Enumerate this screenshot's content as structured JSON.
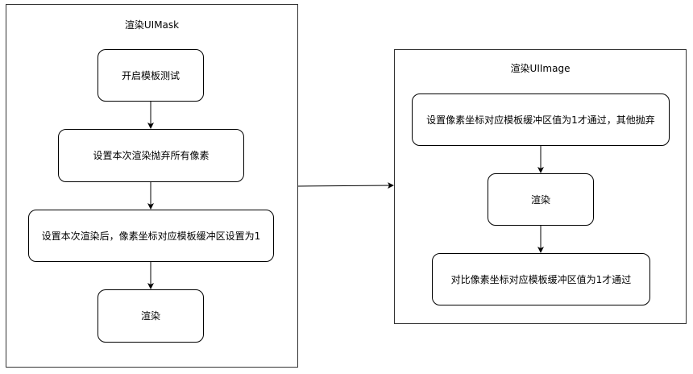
{
  "left_container": {
    "title": "渲染UIMask",
    "steps": [
      "开启模板测试",
      "设置本次渲染抛弃所有像素",
      "设置本次渲染后，像素坐标对应模板缓冲区设置为1",
      "渲染"
    ]
  },
  "right_container": {
    "title": "渲染UIImage",
    "steps": [
      "设置像素坐标对应模板缓冲区值为1才通过，其他抛弃",
      "渲染",
      "对比像素坐标对应模板缓冲区值为1才通过"
    ]
  },
  "colors": {
    "container_border": "#333333",
    "node_border": "#000000",
    "arrow": "#000000"
  }
}
